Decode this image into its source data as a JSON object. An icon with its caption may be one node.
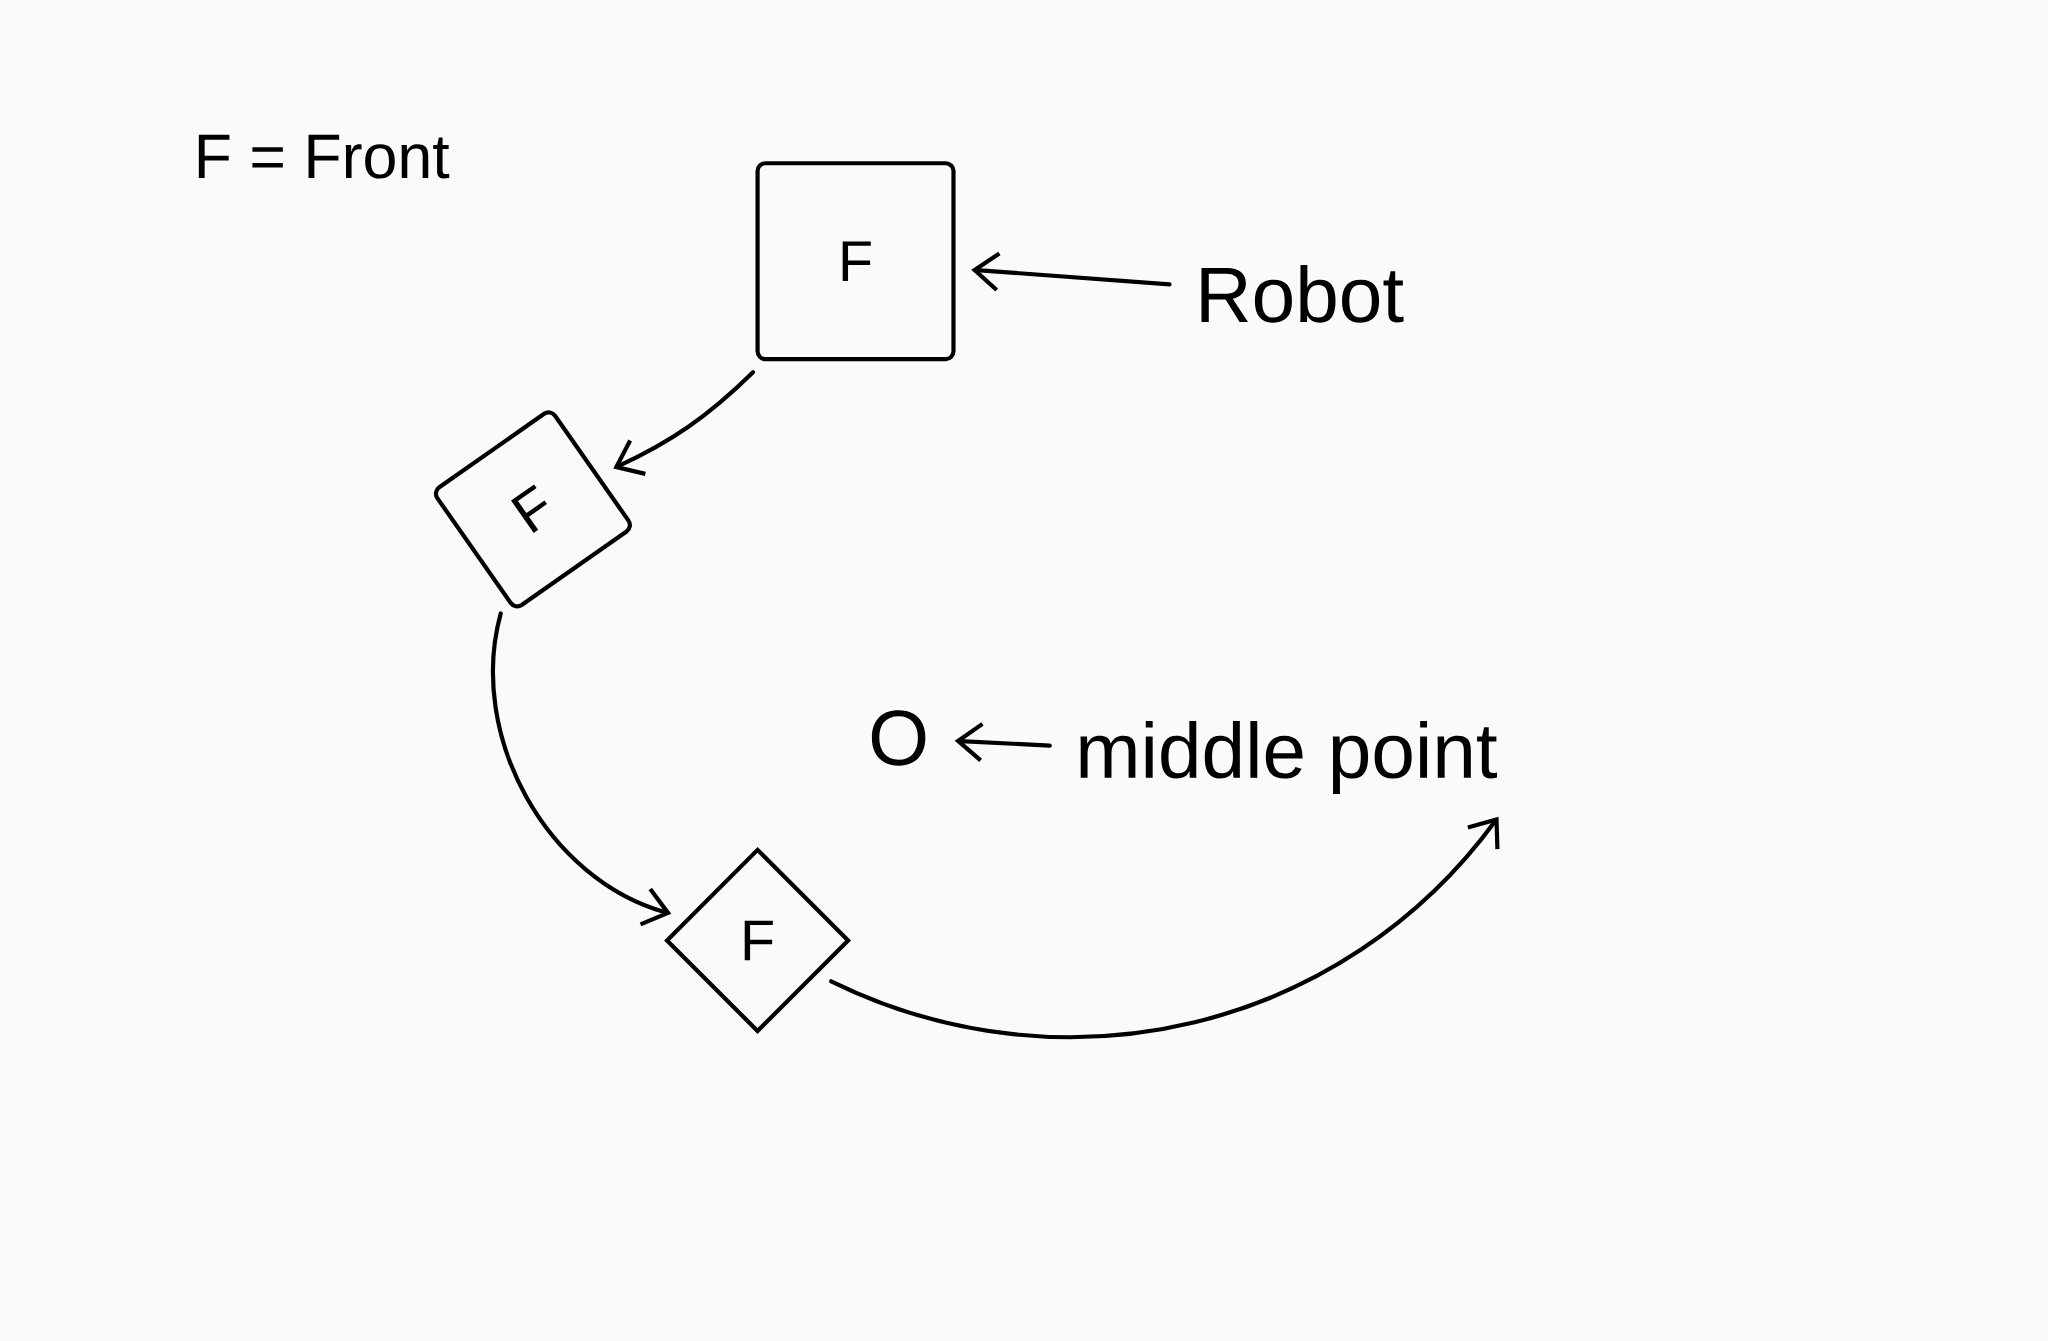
{
  "diagram": {
    "nodes": [
      {
        "text": [
          "F"
        ]
      },
      {
        "text": [
          "F"
        ]
      },
      {
        "text": [
          "F"
        ]
      },
      {
        "text": [
          "Robot"
        ]
      },
      {
        "text": [
          "O"
        ]
      },
      {
        "text": [
          "middle point"
        ]
      }
    ],
    "edges": [
      {
        "from": 3,
        "to": 0,
        "arrow": "to"
      },
      {
        "from": 0,
        "to": 1,
        "arrow": "to"
      },
      {
        "from": 1,
        "to": 2,
        "arrow": "to"
      },
      {
        "from": 5,
        "to": 4,
        "arrow": "to"
      },
      {
        "from": 2,
        "to": 5,
        "arrow": "to"
      }
    ],
    "labels": [
      "F = Front"
    ]
  }
}
